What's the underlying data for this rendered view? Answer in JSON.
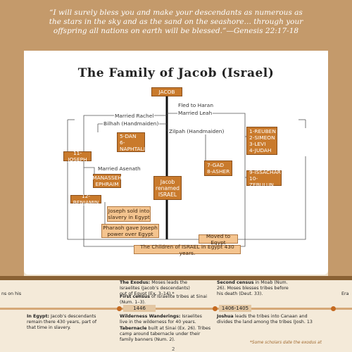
{
  "quote": "“I will surely bless you and make your descendants as numerous as the stars in the sky and as the sand on the seashore… through your offspring all nations on earth will be blessed.”—Genesis 22:17-18",
  "title": "The Family of Jacob (Israel)",
  "nodes": {
    "jacob": "JACOB",
    "dan_naphtali": "5-DAN\n6-NAPHTALI",
    "joseph": "11-JOSEPH",
    "manasseh_ephraim": "MANASSEH\nEPHRAIM",
    "benjamin": "12-BENJAMIN",
    "gad_asher": "7-GAD\n8-ASHER",
    "leah_sons1": "1-REUBEN\n2-SIMEON\n3-LEVI\n4-JUDAH",
    "leah_sons2": "9-ISSACHAR\n10-ZEBULUN",
    "renamed": "Jacob\nrenamed\nISRAEL",
    "joseph_sold": "Joseph sold into\nslavery in Egypt",
    "pharaoh": "Pharaoh gave Joseph\npower over Egypt",
    "moved": "Moved to Egypt",
    "children": "The Children of ISRAEL in Egypt 430 years."
  },
  "labels": {
    "fled": "Fled to Haran",
    "leah": "Married Leah",
    "rachel": "Married Rachel",
    "bilhah": "Bilhah (Handmaiden)",
    "zilpah": "Zilpah (Handmaiden)",
    "asenath": "Married Asenath"
  },
  "timeline": {
    "frag_left": "ns on his",
    "exodus_b": "The Exodus:",
    "exodus": " Moses leads the Israelites (Jacob’s descendants) out of Egypt (Ex. 3–14).*",
    "first_census_b": "First census",
    "first_census": " of Israelite tribes at Sinai (Num. 1–3).",
    "second_census_b": "Second census",
    "second_census": " in Moab (Num. 26). Moses blesses tribes before his death (Deut. 33).",
    "frag_right": "Era",
    "year1": "1446",
    "year2": "1406-1405",
    "egypt_b": "In Egypt:",
    "egypt": " Jacob’s descendants remain there 430 years, part of that time in slavery.",
    "wilderness_b": "Wilderness Wanderings:",
    "wilderness": " Israelites live in the wilderness for 40 years.",
    "tabernacle_b": "Tabernacle",
    "tabernacle": " built at Sinai (Ex. 26). Tribes camp around tabernacle under their family banners (Num. 2).",
    "joshua_b": "Joshua",
    "joshua": " leads the tribes into Canaan and divides the land among the tribes (Josh. 13",
    "footnote": "*Some scholars date the exodus at",
    "page_number": "2"
  }
}
